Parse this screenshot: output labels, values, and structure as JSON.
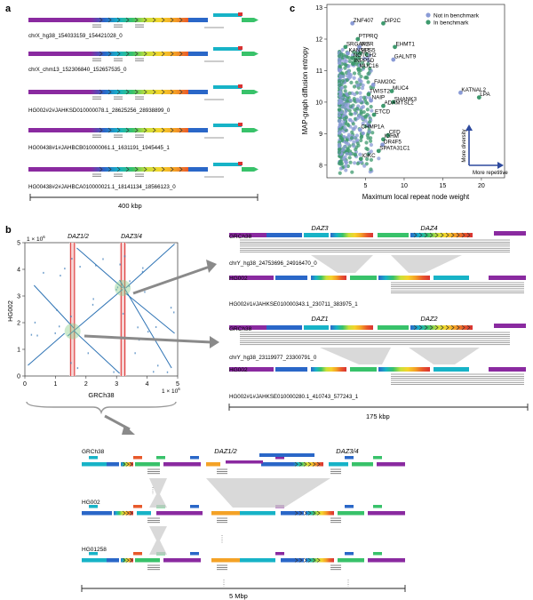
{
  "panel_letters": {
    "a": "a",
    "b": "b",
    "c": "c"
  },
  "panel_a": {
    "tracks": [
      "chrX_hg38_154033159_154421028_0",
      "chrX_chm13_152306840_152657535_0",
      "HG002#2#JAHKSD010000078.1_28625256_28938899_0",
      "HG00438#1#JAHBCB010000061.1_1631191_1945445_1",
      "HG00438#2#JAHBCA010000021.1_18141134_18566123_0"
    ],
    "scale": "400 kbp"
  },
  "panel_b": {
    "dotplot": {
      "xlabel": "GRCh38",
      "ylabel": "HG002",
      "x_exp": "1 × 10",
      "y_exp": "1 × 10",
      "exp_sup": "6",
      "xticks": [
        "0",
        "1",
        "2",
        "3",
        "4",
        "5"
      ],
      "yticks": [
        "0",
        "1",
        "2",
        "3",
        "4",
        "5"
      ],
      "region_labels": [
        "DAZ1/2",
        "DAZ3/4"
      ]
    },
    "zoom_top": {
      "genes": [
        "DAZ3",
        "DAZ4"
      ],
      "track_labels": [
        "GRCh38",
        "HG002"
      ],
      "ids": [
        "chrY_hg38_24753696_24916470_0",
        "HG002#1#JAHKSE010000343.1_230711_383975_1"
      ]
    },
    "zoom_bottom": {
      "genes": [
        "DAZ1",
        "DAZ2"
      ],
      "track_labels": [
        "GRCh38",
        "HG002"
      ],
      "ids": [
        "chrY_hg38_23119977_23300791_0",
        "HG002#1#JAHKSE010000280.1_410743_577243_1"
      ]
    },
    "zoom_scale": "175 kbp",
    "large": {
      "track_labels": [
        "GRCh38",
        "HG002",
        "HG01258"
      ],
      "region_labels": [
        "DAZ1/2",
        "DAZ3/4"
      ],
      "scale": "5 Mbp"
    }
  },
  "chart_data": {
    "type": "scatter",
    "xlabel": "Maximum local repeat node weight",
    "ylabel": "MAP-graph diffusion entropy",
    "xticks": [
      "5",
      "10",
      "15",
      "20"
    ],
    "yticks": [
      "8",
      "9",
      "10",
      "11",
      "12",
      "13"
    ],
    "xlim": [
      0,
      23
    ],
    "ylim": [
      7.6,
      13.1
    ],
    "legend": [
      "Not in benchmark",
      "In benchmark"
    ],
    "legend_position": "top-right",
    "arrow_labels": {
      "vertical": "More diversity",
      "horizontal": "More repetitive"
    },
    "colors": {
      "not_in": "#8a9bd6",
      "in": "#3e9a6e"
    },
    "labeled_points": [
      {
        "name": "ZNF407",
        "x": 3.3,
        "y": 12.5
      },
      {
        "name": "DIP2C",
        "x": 7.3,
        "y": 12.5
      },
      {
        "name": "SRGAP2",
        "x": 2.4,
        "y": 11.75
      },
      {
        "name": "INSR",
        "x": 4.2,
        "y": 11.75
      },
      {
        "name": "EHMT1",
        "x": 8.8,
        "y": 11.75
      },
      {
        "name": "VPS5",
        "x": 4.3,
        "y": 11.55
      },
      {
        "name": "KANSL1",
        "x": 2.7,
        "y": 11.55
      },
      {
        "name": "PTPRQ",
        "x": 4.0,
        "y": 12.0
      },
      {
        "name": "NOTCH2",
        "x": 3.3,
        "y": 11.4
      },
      {
        "name": "GALNT9",
        "x": 8.6,
        "y": 11.35
      },
      {
        "name": "INPP5D",
        "x": 3.4,
        "y": 11.22
      },
      {
        "name": "MUC16",
        "x": 4.1,
        "y": 11.05
      },
      {
        "name": "FAM20C",
        "x": 6.0,
        "y": 10.55
      },
      {
        "name": "MUC4",
        "x": 8.4,
        "y": 10.35
      },
      {
        "name": "TWIST2",
        "x": 5.4,
        "y": 10.25
      },
      {
        "name": "KATNAL2",
        "x": 17.3,
        "y": 10.3
      },
      {
        "name": "LPA",
        "x": 19.7,
        "y": 10.15
      },
      {
        "name": "SHANK3",
        "x": 8.6,
        "y": 10.0
      },
      {
        "name": "NAIP",
        "x": 5.7,
        "y": 10.05
      },
      {
        "name": "ADAMTSL2",
        "x": 7.3,
        "y": 9.88
      },
      {
        "name": "ETCD",
        "x": 6.1,
        "y": 9.6
      },
      {
        "name": "CHMP1A",
        "x": 4.3,
        "y": 9.12
      },
      {
        "name": "CFD",
        "x": 7.9,
        "y": 8.95
      },
      {
        "name": "IGHM",
        "x": 7.3,
        "y": 8.82
      },
      {
        "name": "OR4F5",
        "x": 7.2,
        "y": 8.65
      },
      {
        "name": "SPATA31C1",
        "x": 6.7,
        "y": 8.45
      },
      {
        "name": "IGKC",
        "x": 4.4,
        "y": 8.2
      }
    ]
  }
}
